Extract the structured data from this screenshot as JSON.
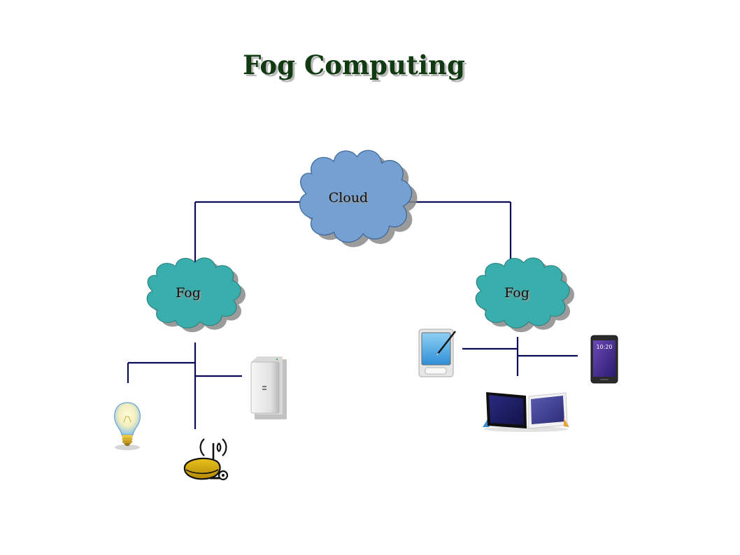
{
  "title": "Fog Computing",
  "nodes": {
    "cloud": {
      "label": "Cloud"
    },
    "fog_left": {
      "label": "Fog"
    },
    "fog_right": {
      "label": "Fog"
    }
  },
  "devices": {
    "left": [
      "light-bulb-icon",
      "server-tower-icon",
      "wireless-router-icon"
    ],
    "right": [
      "pda-stylus-icon",
      "smartphone-icon",
      "tablets-icon"
    ]
  },
  "phone_screen_time": "10:20",
  "colors": {
    "title": "#123a12",
    "cloud_fill": "#74a0d2",
    "cloud_stroke": "#3f6a9c",
    "fog_fill": "#3aaeac",
    "fog_stroke": "#2a7f7e",
    "shadow": "#8a8a8a",
    "links": "#0b0b5a"
  }
}
